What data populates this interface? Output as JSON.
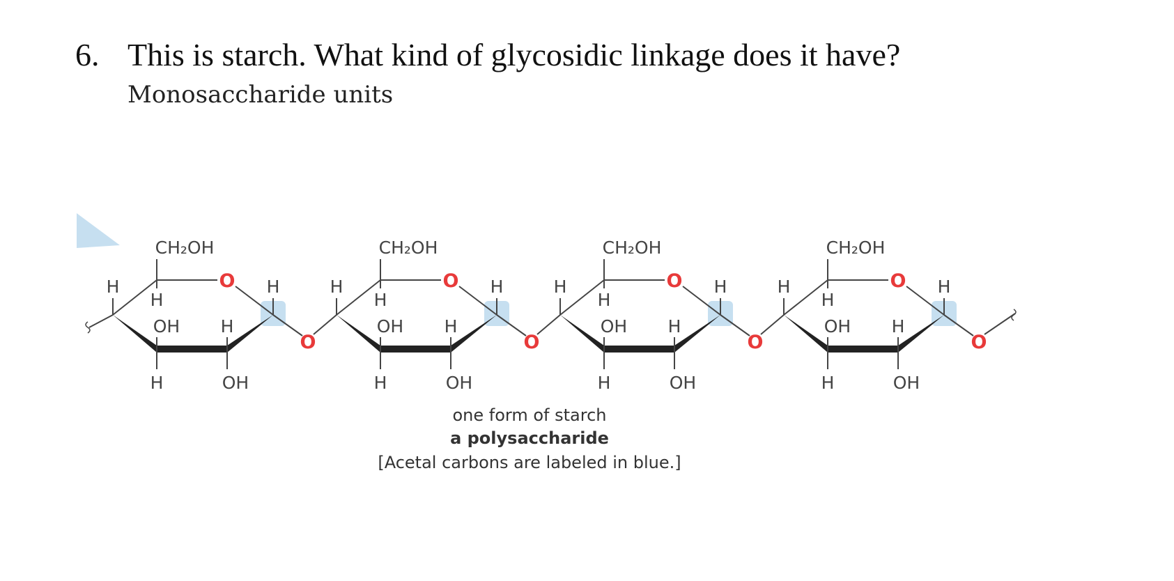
{
  "question": {
    "number": "6.",
    "text": "This is starch. What kind of glycosidic linkage does it have?"
  },
  "subtitle": "Monosaccharide units",
  "diagram": {
    "units": [
      {
        "ch2oh": "CH₂OH",
        "ring_o": "O",
        "h_c4": "H",
        "h_c1": "H",
        "h_c5": "H",
        "oh_c4": "OH",
        "h_c3": "H",
        "h_c2": "H",
        "oh_c2": "OH"
      },
      {
        "ch2oh": "CH₂OH",
        "ring_o": "O",
        "h_c4": "H",
        "h_c1": "H",
        "h_c5": "H",
        "oh_c4": "OH",
        "h_c3": "H",
        "h_c2": "H",
        "oh_c2": "OH"
      },
      {
        "ch2oh": "CH₂OH",
        "ring_o": "O",
        "h_c4": "H",
        "h_c1": "H",
        "h_c5": "H",
        "oh_c4": "OH",
        "h_c3": "H",
        "h_c2": "H",
        "oh_c2": "OH"
      },
      {
        "ch2oh": "CH₂OH",
        "ring_o": "O",
        "h_c4": "H",
        "h_c1": "H",
        "h_c5": "H",
        "oh_c4": "OH",
        "h_c3": "H",
        "h_c2": "H",
        "oh_c2": "OH"
      }
    ],
    "link_oxygens": [
      "O",
      "O",
      "O",
      "O"
    ],
    "colors": {
      "oxygen": "#e83a3a",
      "acetal_highlight": "#c6dff0",
      "bond": "#444444",
      "arrow": "#c6dff0"
    }
  },
  "caption": {
    "line1": "one form of starch",
    "line2": "a polysaccharide",
    "line3": "[Acetal carbons are labeled in blue.]"
  }
}
